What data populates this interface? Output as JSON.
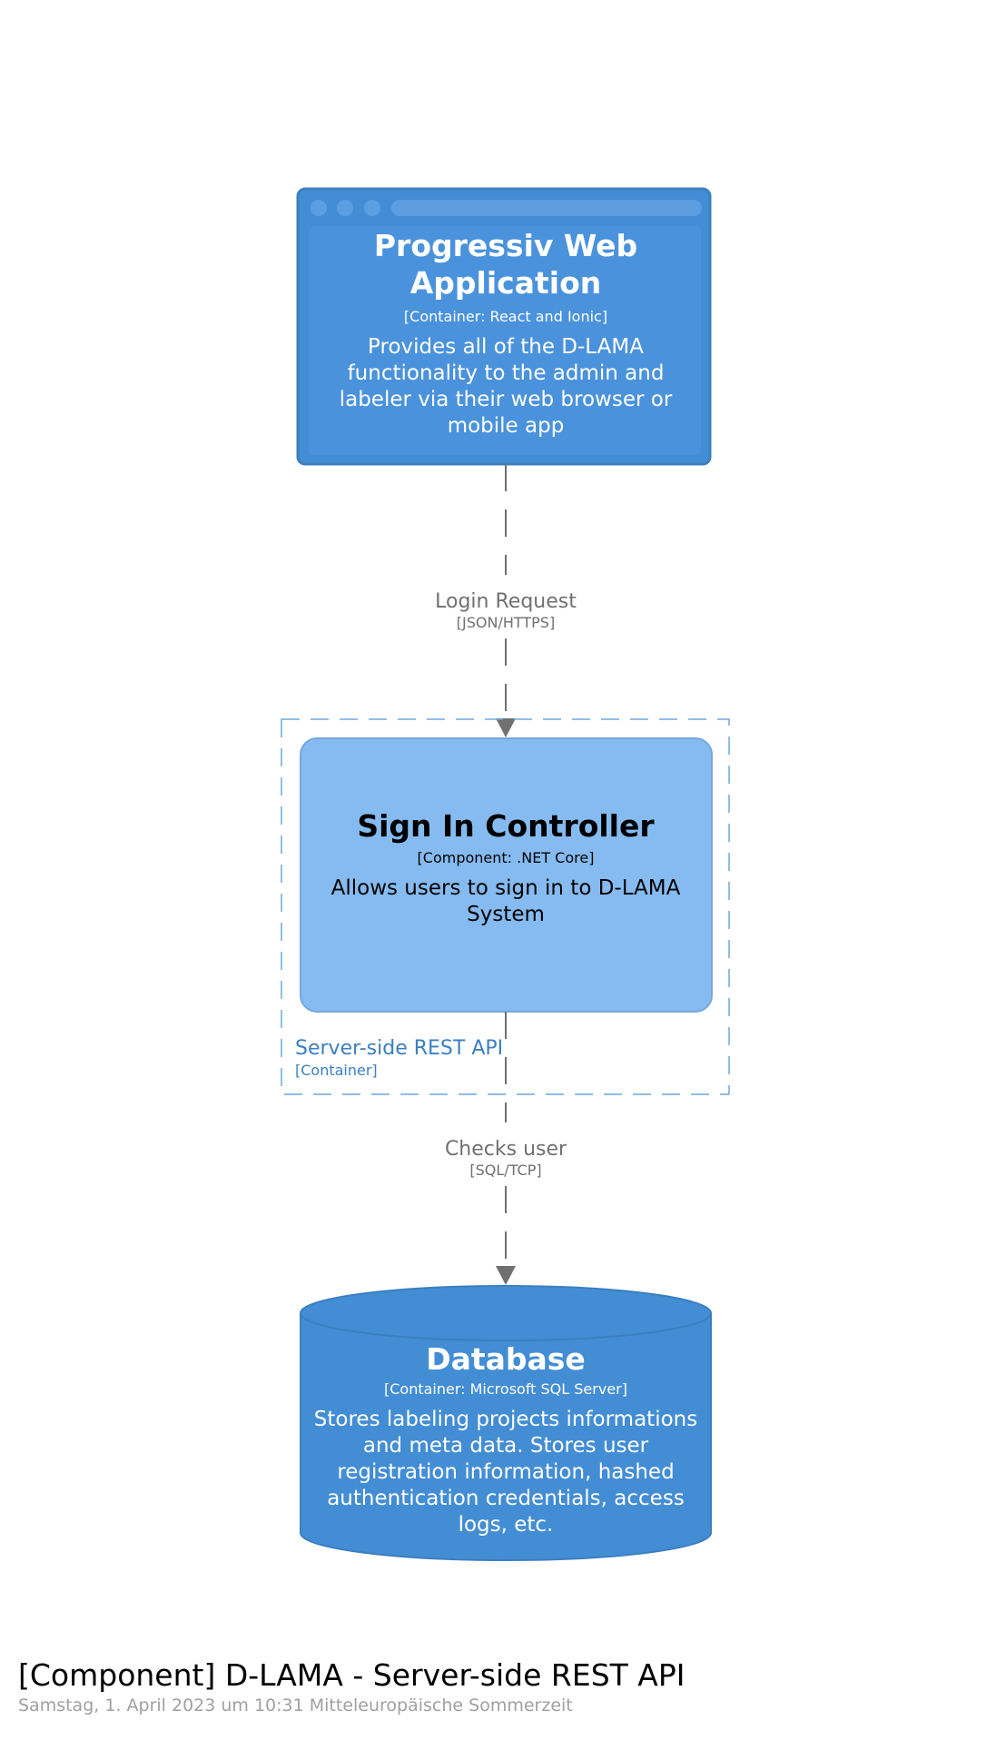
{
  "colors": {
    "container_fill": "#438dd5",
    "container_border": "#3c7fc0",
    "component_fill": "#85bbf0",
    "component_border": "#78a8d8",
    "boundary": "#5d9fd5",
    "arrow": "#707070",
    "footer_sub": "#a0a0a0"
  },
  "pwa": {
    "title": "Progressiv Web Application",
    "technology": "[Container: React and Ionic]",
    "description": "Provides all of the D-LAMA functionality to the admin and labeler via their web browser or mobile app"
  },
  "relation_login": {
    "label": "Login Request",
    "technology": "[JSON/HTTPS]"
  },
  "boundary": {
    "name": "Server-side REST API",
    "type": "[Container]"
  },
  "sign_in": {
    "title": "Sign In Controller",
    "technology": "[Component: .NET Core]",
    "description": "Allows users to sign in to D-LAMA System"
  },
  "relation_check": {
    "label": "Checks user",
    "technology": "[SQL/TCP]"
  },
  "database": {
    "title": "Database",
    "technology": "[Container: Microsoft SQL Server]",
    "description": "Stores labeling projects informations and meta data. Stores user registration information, hashed authentication credentials, access logs, etc."
  },
  "footer": {
    "title": "[Component] D-LAMA - Server-side REST API",
    "subtitle": "Samstag, 1. April 2023 um 10:31 Mitteleuropäische Sommerzeit"
  }
}
